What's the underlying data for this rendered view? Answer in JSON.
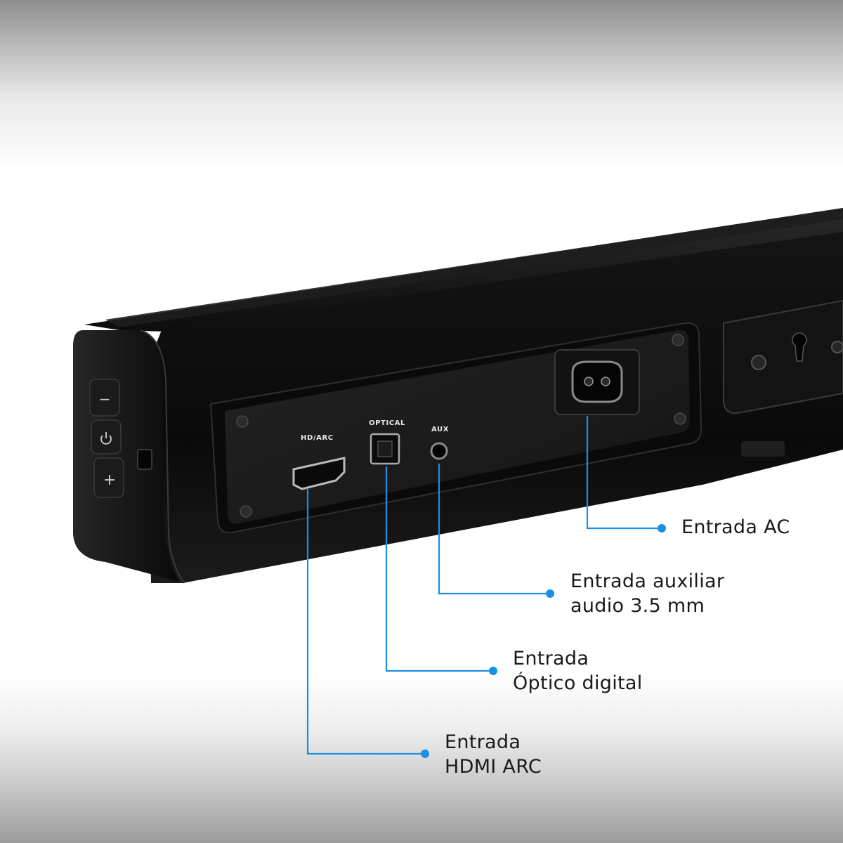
{
  "panel": {
    "hdmi_port_label": "HD/ARC",
    "optical_port_label": "OPTICAL",
    "aux_port_label": "AUX"
  },
  "side_buttons": {
    "minus_glyph": "−",
    "plus_glyph": "+",
    "power_icon": "power-icon"
  },
  "callouts": {
    "ac": {
      "line1": "Entrada AC"
    },
    "aux": {
      "line1": "Entrada auxiliar",
      "line2": "audio 3.5 mm"
    },
    "optical": {
      "line1": "Entrada",
      "line2": "Óptico digital"
    },
    "hdmi": {
      "line1": "Entrada",
      "line2": "HDMI ARC"
    }
  },
  "colors": {
    "callout_line": "#1a8fe3",
    "device_body": "#101010",
    "port_panel": "#1c1c1c"
  }
}
